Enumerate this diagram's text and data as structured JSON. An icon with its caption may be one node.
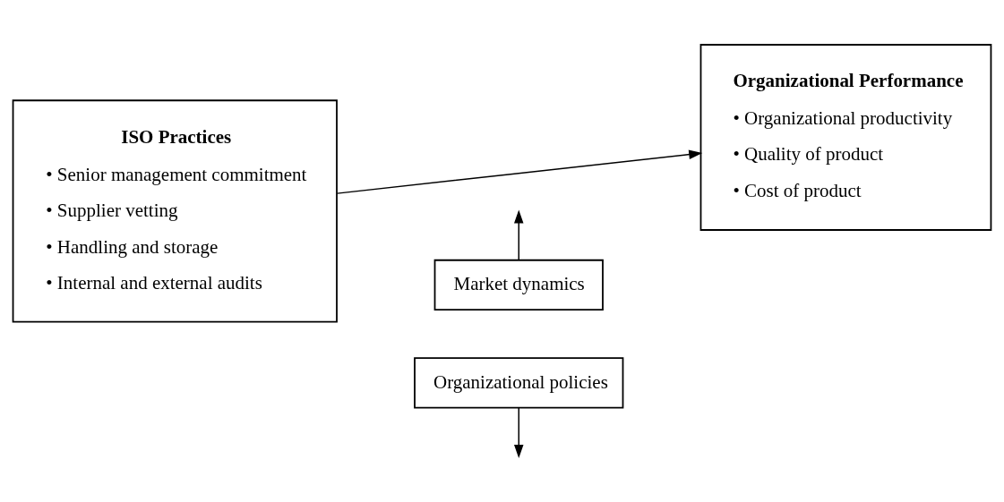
{
  "diagram": {
    "nodes": [
      {
        "text": [
          "ISO Practices",
          "• Senior management commitment",
          "• Supplier vetting",
          "• Handling and storage",
          "• Internal and external audits"
        ]
      },
      {
        "text": [
          "Organizational Performance",
          "• Organizational productivity",
          "• Quality of product",
          "• Cost of product"
        ]
      },
      {
        "text": [
          "Organizational policies"
        ]
      },
      {
        "text": [
          "Market dynamics"
        ]
      }
    ],
    "edges": [
      {
        "from": 0,
        "to": 1,
        "arrow": "to"
      },
      {
        "from": 2,
        "to": null,
        "arrow": "to"
      },
      {
        "from": 3,
        "to": null,
        "arrow": "to"
      }
    ]
  }
}
